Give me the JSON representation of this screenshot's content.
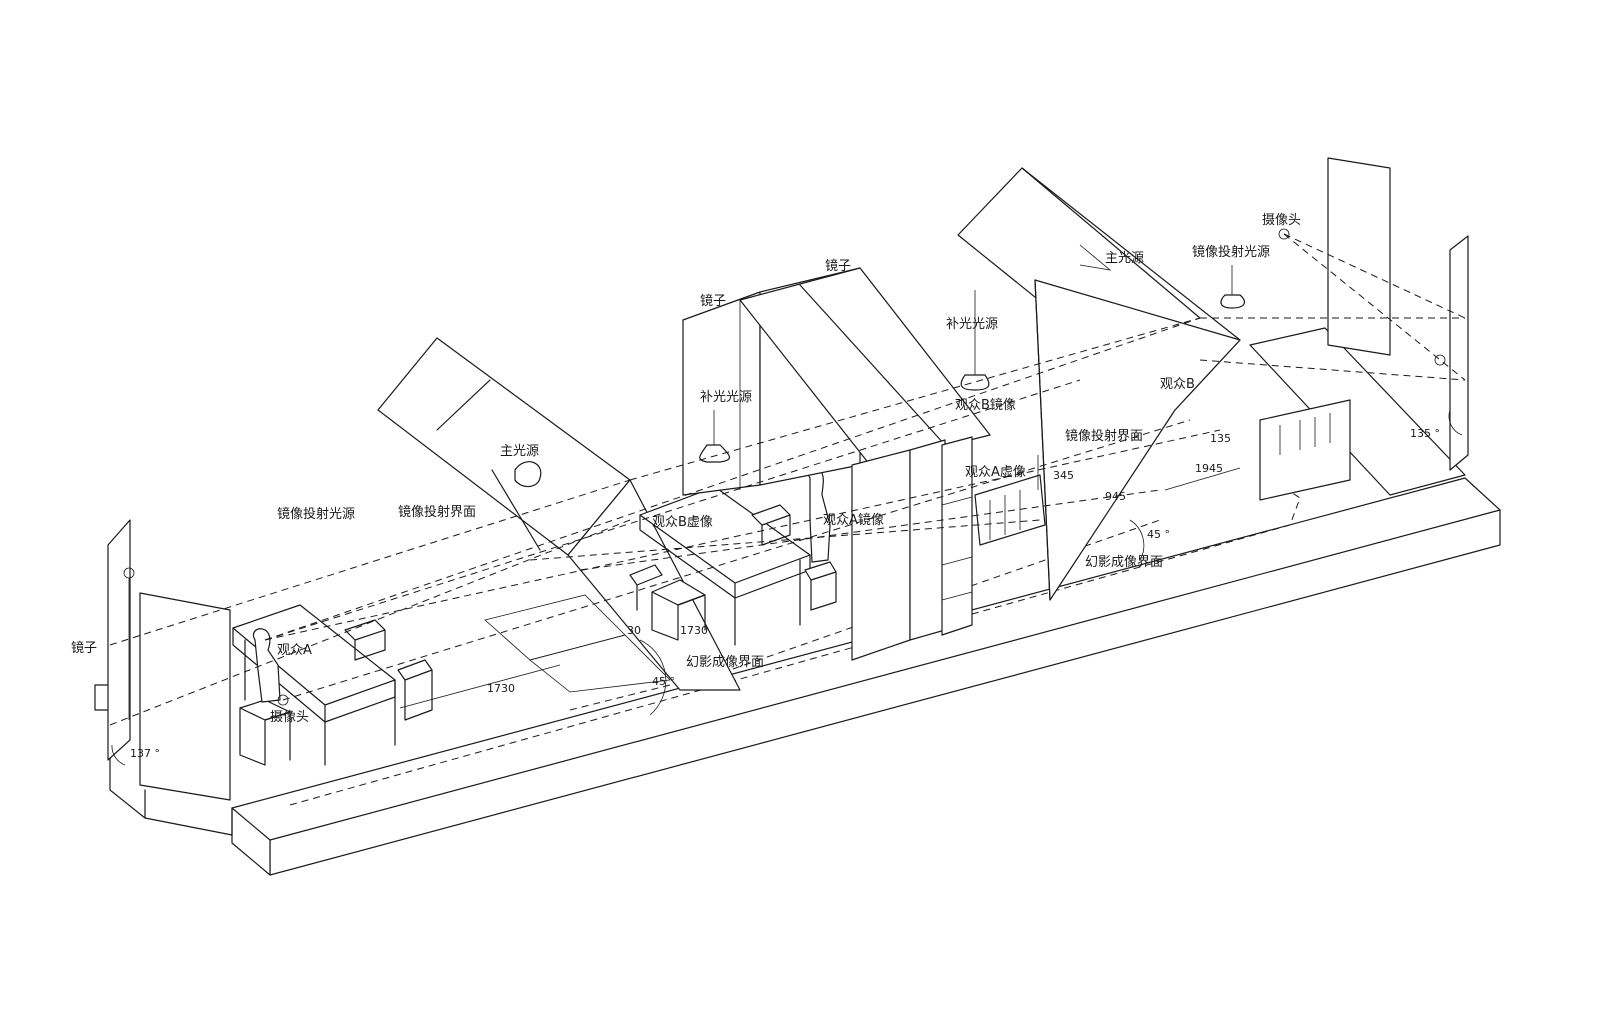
{
  "labels": {
    "mirror_left": "镜子",
    "mirror_top_1": "镜子",
    "mirror_top_2": "镜子",
    "viewer_a": "观众A",
    "viewer_b": "观众B",
    "viewer_a_mirror_image": "观众A镜像",
    "viewer_b_mirror_image": "观众B镜像",
    "viewer_b_virtual_image": "观众B虚像",
    "viewer_a_virtual_image": "观众A虚像",
    "camera_left": "摄像头",
    "camera_right": "摄像头",
    "mirror_projection_light_left": "镜像投射光源",
    "mirror_projection_light_right": "镜像投射光源",
    "mirror_projection_interface_left": "镜像投射界面",
    "mirror_projection_interface_right": "镜像投射界面",
    "main_light_left": "主光源",
    "main_light_right": "主光源",
    "fill_light_left": "补光光源",
    "fill_light_right": "补光光源",
    "phantom_interface_left": "幻影成像界面",
    "phantom_interface_right": "幻影成像界面"
  },
  "dimensions": {
    "angle_left": "137 °",
    "angle_right": "135 °",
    "angle_mid_left": "45 °",
    "angle_mid_right": "45 °",
    "d_1730_a": "1730",
    "d_1730_b": "1730",
    "d_30": "30",
    "d_345": "345",
    "d_945": "945",
    "d_135": "135",
    "d_1945": "1945"
  }
}
